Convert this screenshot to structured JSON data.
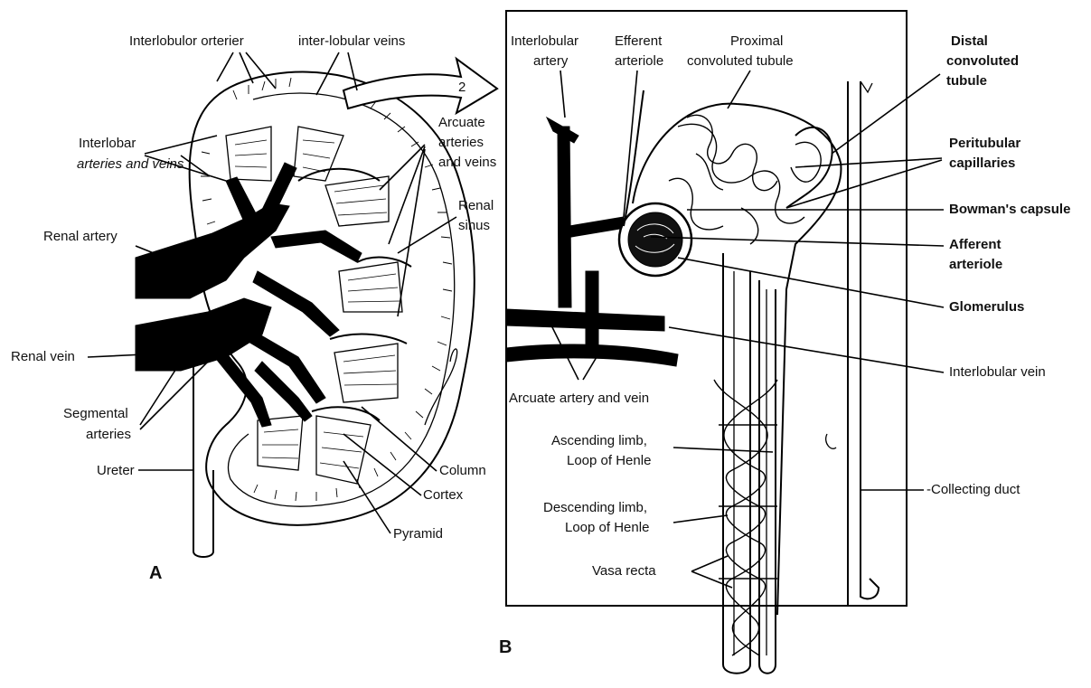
{
  "panels": {
    "a": {
      "letter": "A"
    },
    "b": {
      "letter": "B"
    }
  },
  "kidney_labels": {
    "interlobular_arteries": "Interlobulor  orterier",
    "interlobular_veins": "inter-lobular  veins",
    "interlobar_line1": "Interlobar",
    "interlobar_line2": "arteries and veins",
    "renal_artery": "Renal artery",
    "renal_vein": "Renal vein",
    "segmental_line1": "Segmental",
    "segmental_line2": "arteries",
    "ureter": "Ureter",
    "arcuate_line1": "Arcuate",
    "arcuate_line2": "arteries",
    "arcuate_line3": "and veins",
    "renal_sinus_line1": "Renal",
    "renal_sinus_line2": "sinus",
    "column": "Column",
    "cortex": "Cortex",
    "pyramid": "Pyramid",
    "arrow_mark": "2"
  },
  "nephron_labels": {
    "interlobular_artery_line1": "Interlobular",
    "interlobular_artery_line2": "artery",
    "efferent_line1": "Efferent",
    "efferent_line2": "arteriole",
    "proximal_line1": "Proximal",
    "proximal_line2": "convoluted tubule",
    "distal_line1": "Distal",
    "distal_line2": "convoluted",
    "distal_line3": "tubule",
    "peritubular_line1": "Peritubular",
    "peritubular_line2": "capillaries",
    "bowmans_capsule": "Bowman's capsule",
    "afferent_line1": "Afferent",
    "afferent_line2": "arteriole",
    "glomerulus": "Glomerulus",
    "interlobular_vein": "Interlobular vein",
    "arcuate_artery_vein": "Arcuate artery and vein",
    "ascending_line1": "Ascending limb,",
    "ascending_line2": "Loop of Henle",
    "descending_line1": "Descending limb,",
    "descending_line2": "Loop of Henle",
    "vasa_recta": "Vasa recta",
    "collecting_duct": "-Collecting  duct"
  }
}
